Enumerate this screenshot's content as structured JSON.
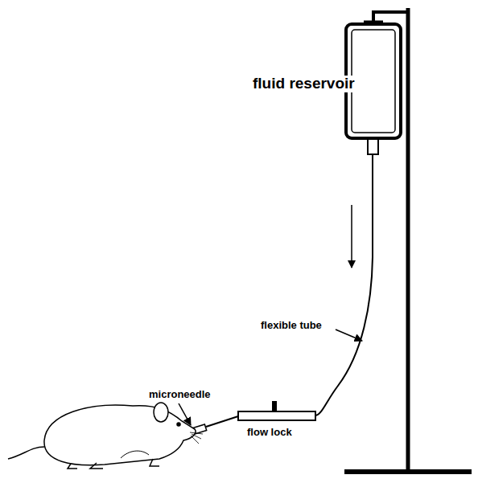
{
  "diagram": {
    "labels": [
      "fluid reservoir",
      "flexible tube",
      "microneedle",
      "flow lock"
    ]
  }
}
